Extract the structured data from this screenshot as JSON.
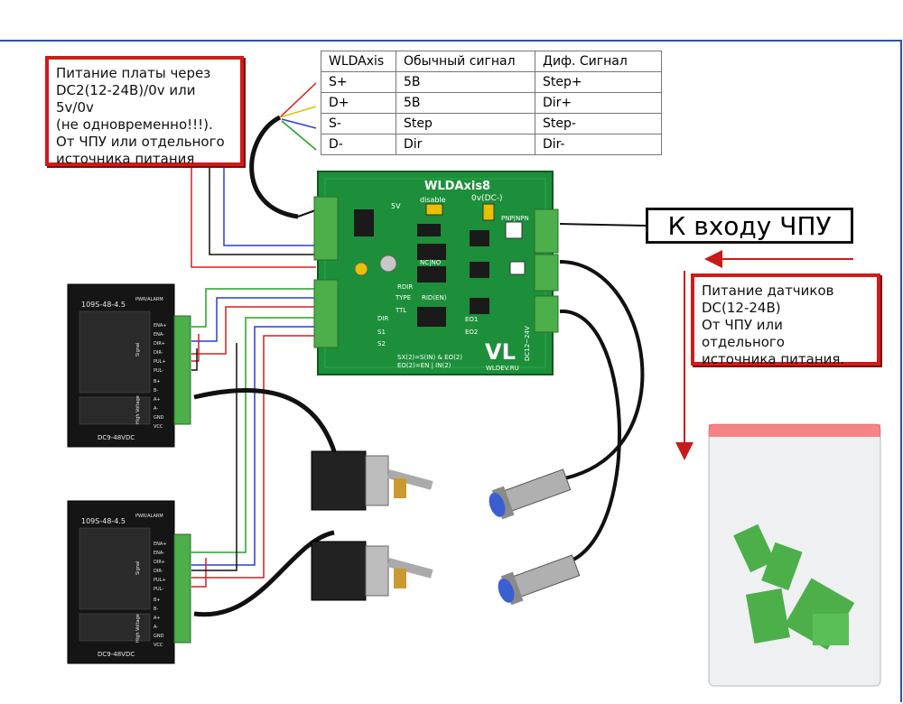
{
  "signal_table": {
    "header": [
      "WLDAxis",
      "Обычный сигнал",
      "Диф. Сигнал"
    ],
    "rows": [
      [
        "S+",
        "5В",
        "Step+"
      ],
      [
        "D+",
        "5В",
        "Dir+"
      ],
      [
        "S-",
        "Step",
        "Step-"
      ],
      [
        "D-",
        "Dir",
        "Dir-"
      ]
    ]
  },
  "note_power_board": "Питание платы через\nDC2(12-24В)/0v или 5v/0v\n(не одновременно!!!).\nОт ЧПУ или отдельного\nисточника питания",
  "note_sensor_power": "Питание датчиков\nDC(12-24В)\nОт ЧПУ или\nотдельного\nисточника питания.",
  "cnc_input_label": "К входу ЧПУ",
  "pcb": {
    "title": "WLDAxis8",
    "label_disable": "disable",
    "label_5v": "5V",
    "label_0v_dc": "0v(DC-)",
    "label_pnp_npn": "PNP|NPN",
    "label_nc_no": "NC|NO",
    "label_type": "TYPE",
    "label_rdir": "RDIR",
    "label_ttl": "TTL",
    "label_rid_en": "RID(EN)",
    "label_dc12_24v": "DC12~24V",
    "label_eo1": "EO1",
    "label_eo2": "EO2",
    "label_formula1": "SX(2)=S(IN) & EO(2)",
    "label_formula2": "EO(2)=EN | IN(2)",
    "label_site": "WLDEV.RU",
    "label_logo": "VL",
    "label_s1": "S1",
    "label_s2": "S2",
    "label_dir": "DIR"
  },
  "drivers": [
    {
      "model": "109S-48-4.5",
      "voltage": "DC9-48VDC",
      "pwr_alarm": "PWR/ALARM",
      "pins": [
        "ENA+",
        "ENA-",
        "DIR+",
        "DIR-",
        "PUL+",
        "PUL-",
        "B+",
        "B-",
        "A+",
        "A-",
        "GND",
        "VCC"
      ],
      "side_signal": "Signal",
      "side_hv": "High Voltage"
    },
    {
      "model": "109S-48-4.5",
      "voltage": "DC9-48VDC",
      "pwr_alarm": "PWR/ALARM",
      "pins": [
        "ENA+",
        "ENA-",
        "DIR+",
        "DIR-",
        "PUL+",
        "PUL-",
        "B+",
        "B-",
        "A+",
        "A-",
        "GND",
        "VCC"
      ],
      "side_signal": "Signal",
      "side_hv": "High Voltage"
    }
  ],
  "colors": {
    "note_border": "#d11a1a",
    "pcb_green": "#1d8f3a",
    "terminal_green": "#4caf4a",
    "frame_blue": "#2f4fb0",
    "wire_red": "#d42020",
    "wire_blue": "#2a3fd4",
    "wire_green": "#1fa51f",
    "wire_yellow": "#e0c000",
    "arrow_red": "#c81a1a"
  },
  "icons": [
    "stepper-motor-icon",
    "inductive-sensor-icon",
    "connector-bag-icon",
    "arrow-left-icon",
    "arrow-down-icon"
  ]
}
